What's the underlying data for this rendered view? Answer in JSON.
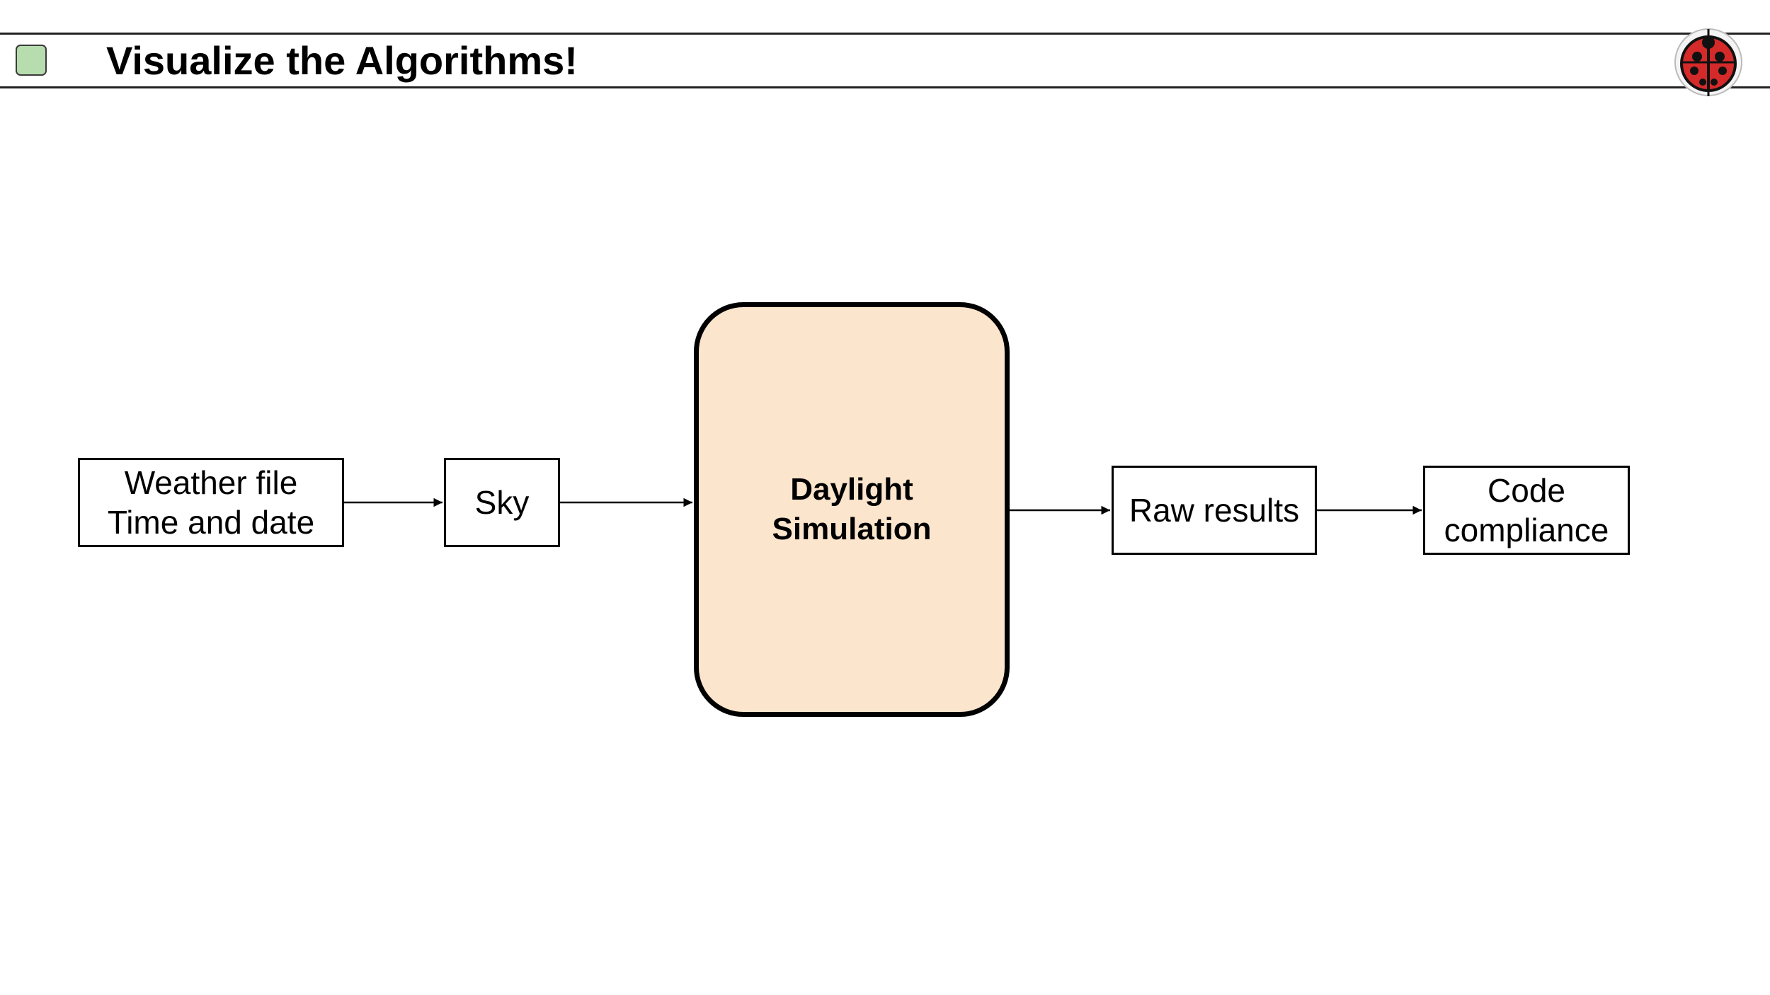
{
  "header": {
    "title": "Visualize the Algorithms!",
    "badge_color": "#b7dcae",
    "logo_icon": "ladybug-icon",
    "logo_color": "#d42a2a"
  },
  "diagram": {
    "nodes": [
      {
        "id": "weather",
        "label": "Weather file\nTime and date"
      },
      {
        "id": "sky",
        "label": "Sky"
      },
      {
        "id": "sim",
        "label": "Daylight\nSimulation",
        "fill": "#fce5cd"
      },
      {
        "id": "raw",
        "label": "Raw results"
      },
      {
        "id": "code",
        "label": "Code\ncompliance"
      }
    ],
    "edges": [
      {
        "from": "weather",
        "to": "sky"
      },
      {
        "from": "sky",
        "to": "sim"
      },
      {
        "from": "sim",
        "to": "raw"
      },
      {
        "from": "raw",
        "to": "code"
      }
    ]
  }
}
